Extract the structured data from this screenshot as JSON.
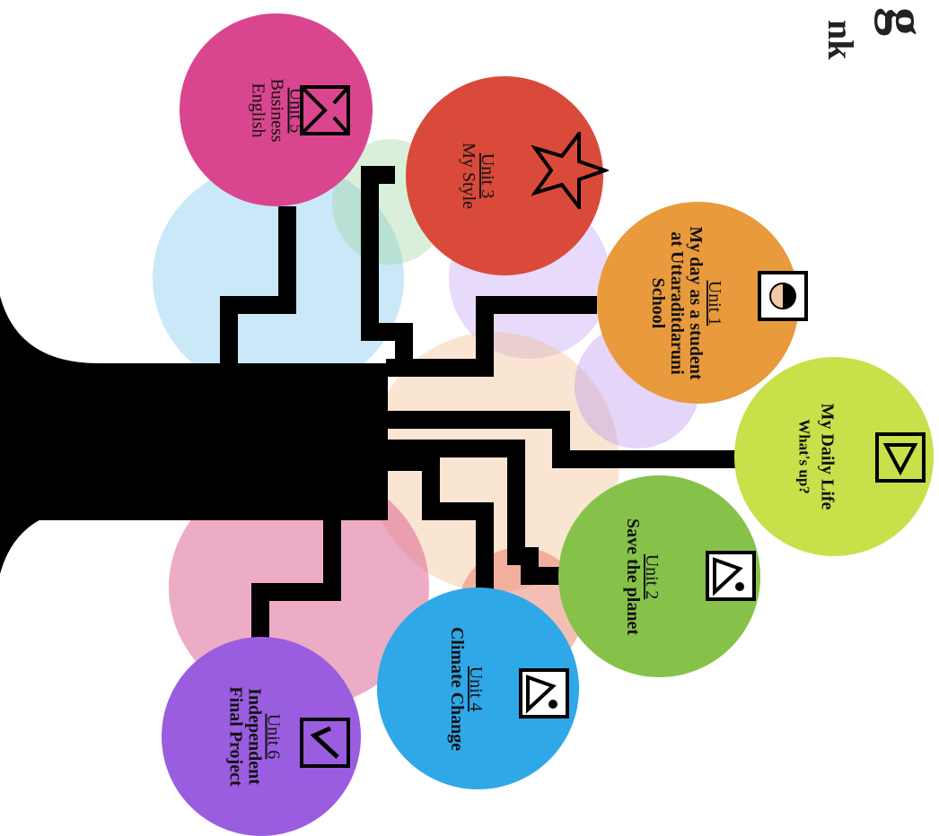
{
  "partial_heading": {
    "line1": "g",
    "line2": "nk"
  },
  "colors": {
    "trunk": "#000000",
    "unit5": "#d9468f",
    "unit3": "#d94a3a",
    "unit1": "#e89a3c",
    "daily": "#c8e04a",
    "unit2": "#86c24a",
    "unit4": "#2fa8e8",
    "unit6": "#9b5de0"
  },
  "nodes": [
    {
      "id": "unit5",
      "unit": "Unit 5",
      "title": "Business",
      "title2": "English",
      "icon": "envelope-icon"
    },
    {
      "id": "unit3",
      "unit": "Unit 3",
      "title": "My Style",
      "title2": "",
      "icon": "star-icon"
    },
    {
      "id": "unit1",
      "unit": "Unit 1",
      "title": "My day as a student",
      "title2": "at Uttaraditdaruni",
      "title3": "School",
      "icon": "person-icon"
    },
    {
      "id": "daily",
      "unit": "",
      "title": "My Daily Life",
      "title2": "What's up?",
      "icon": "play-icon"
    },
    {
      "id": "unit2",
      "unit": "Unit 2",
      "title": "Save the planet",
      "title2": "",
      "icon": "image-icon"
    },
    {
      "id": "unit4",
      "unit": "Unit 4",
      "title": "Climate Change",
      "title2": "",
      "icon": "image-icon"
    },
    {
      "id": "unit6",
      "unit": "Unit 6",
      "title": "Independent",
      "title2": "Final Project",
      "icon": "check-icon"
    }
  ]
}
